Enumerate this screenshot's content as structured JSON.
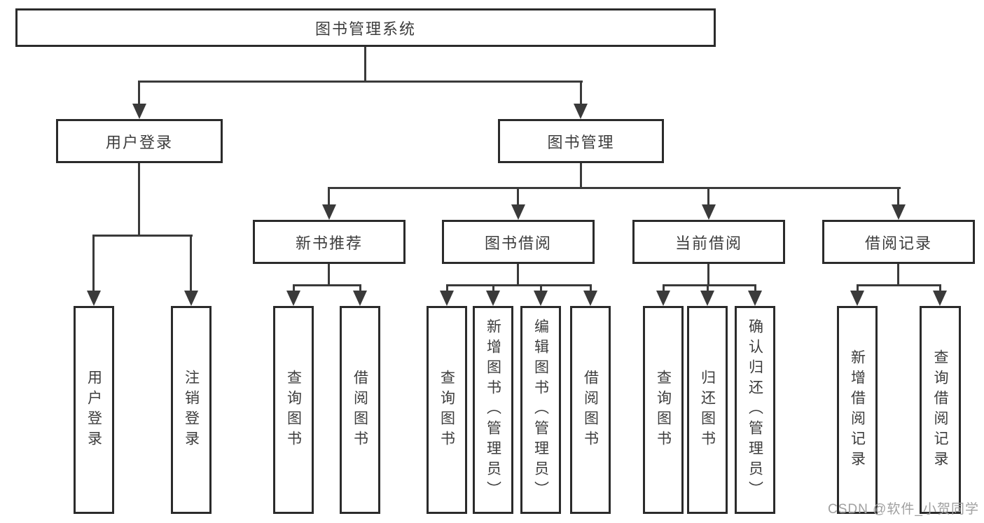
{
  "tree": {
    "root": {
      "label": "图书管理系统",
      "children": [
        {
          "label": "用户登录",
          "children": [
            {
              "label": "用户登录"
            },
            {
              "label": "注销登录"
            }
          ]
        },
        {
          "label": "图书管理",
          "children": [
            {
              "label": "新书推荐",
              "children": [
                {
                  "label": "查询图书"
                },
                {
                  "label": "借阅图书"
                }
              ]
            },
            {
              "label": "图书借阅",
              "children": [
                {
                  "label": "查询图书"
                },
                {
                  "label": "新增图书（管理员）"
                },
                {
                  "label": "编辑图书（管理员）"
                },
                {
                  "label": "借阅图书"
                }
              ]
            },
            {
              "label": "当前借阅",
              "children": [
                {
                  "label": "查询图书"
                },
                {
                  "label": "归还图书"
                },
                {
                  "label": "确认归还（管理员）"
                }
              ]
            },
            {
              "label": "借阅记录",
              "children": [
                {
                  "label": "新增借阅记录"
                },
                {
                  "label": "查询借阅记录"
                }
              ]
            }
          ]
        }
      ]
    }
  },
  "watermark": {
    "text": "CSDN @软件_小贺同学"
  },
  "colors": {
    "line": "#3a3a3a",
    "box_border": "#2b2b2b",
    "text": "#3d3d3d",
    "watermark": "#a0a0a0",
    "background": "#ffffff"
  }
}
